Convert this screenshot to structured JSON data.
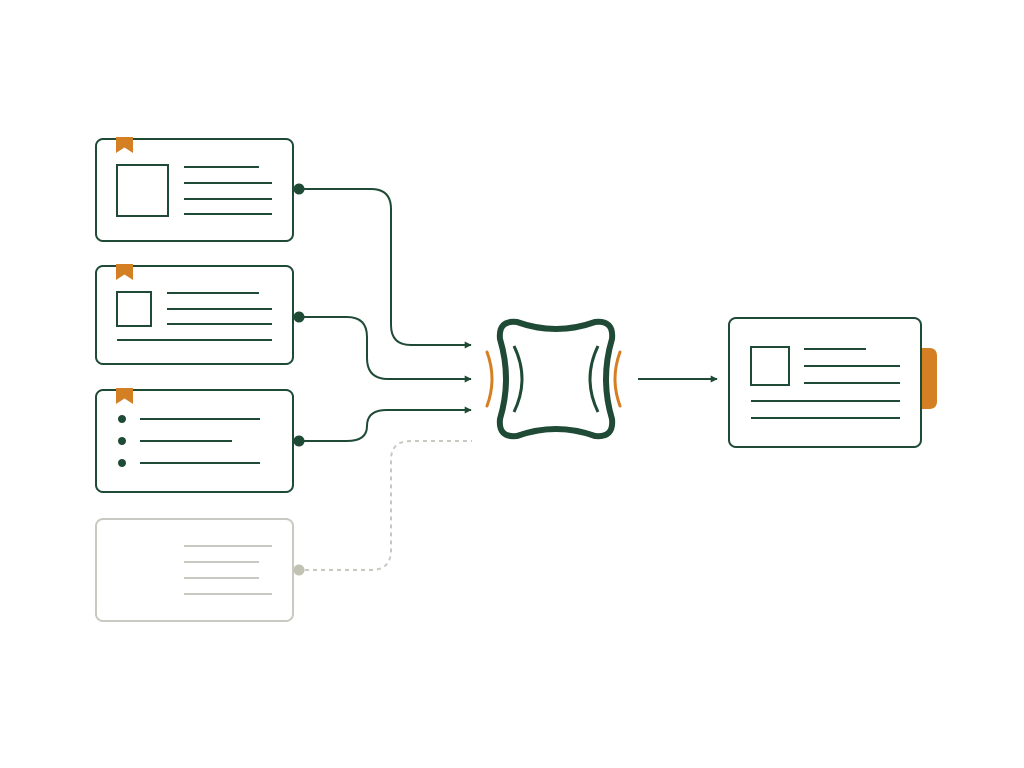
{
  "diagram": {
    "colors": {
      "ink": "#1f4a36",
      "accent": "#d47f24",
      "faded": "#c9c9c1",
      "faded_dot": "#c2c2b4",
      "background": "#ffffff"
    },
    "sources": [
      {
        "id": "card-1",
        "layout": "image-and-lines",
        "status": "active",
        "bookmark": true
      },
      {
        "id": "card-2",
        "layout": "image-and-lines",
        "status": "active",
        "bookmark": true
      },
      {
        "id": "card-3",
        "layout": "bullet-list",
        "status": "active",
        "bookmark": true
      },
      {
        "id": "card-4",
        "layout": "lines-only",
        "status": "inactive",
        "bookmark": false
      }
    ],
    "hub": {
      "icon": "merge-hub-icon",
      "inputs": 3,
      "signal_marks": 2
    },
    "output": {
      "layout": "image-and-lines",
      "tab": true
    },
    "connectors": [
      {
        "from": "card-1",
        "to": "hub",
        "style": "solid",
        "arrow": true
      },
      {
        "from": "card-2",
        "to": "hub",
        "style": "solid",
        "arrow": true
      },
      {
        "from": "card-3",
        "to": "hub",
        "style": "solid",
        "arrow": true
      },
      {
        "from": "card-4",
        "to": "hub",
        "style": "dashed",
        "arrow": false
      },
      {
        "from": "hub",
        "to": "output",
        "style": "solid",
        "arrow": true
      }
    ]
  }
}
